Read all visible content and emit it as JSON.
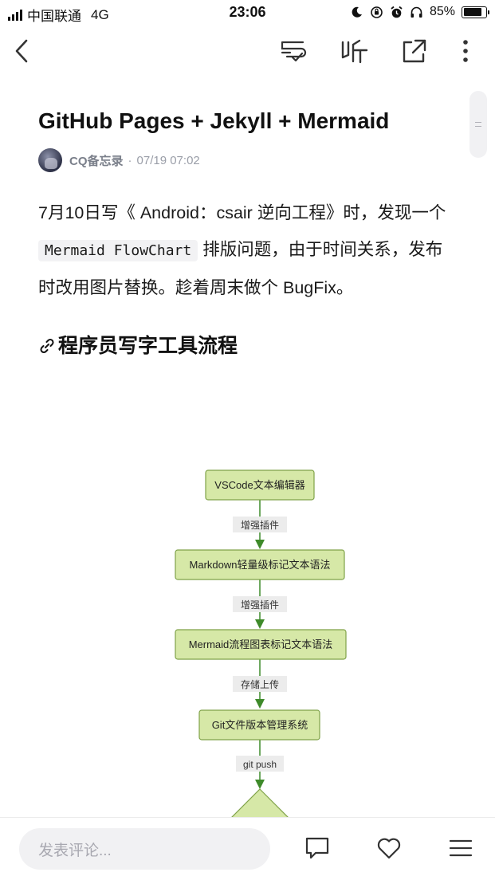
{
  "status_bar": {
    "carrier": "中国联通",
    "network": "4G",
    "time": "23:06",
    "battery": "85%",
    "battery_level": 0.85
  },
  "nav": {
    "back_icon": "chevron-left-icon",
    "icons": [
      "format-icon",
      "listen-icon",
      "share-icon",
      "more-icon"
    ]
  },
  "article": {
    "title": "GitHub Pages + Jekyll + Mermaid",
    "author": "CQ备忘录",
    "separator": "·",
    "date": "07/19 07:02",
    "para_part1": "7月10日写《 Android：csair 逆向工程》时，发现一个",
    "code": "Mermaid FlowChart",
    "para_part2": "排版问题，由于时间关系，发布时改用图片替换。趁着周末做个 BugFix。",
    "section_heading": "程序员写字工具流程"
  },
  "flowchart": {
    "nodes": [
      "VSCode文本编辑器",
      "Markdown轻量级标记文本语法",
      "Mermaid流程图表标记文本语法",
      "Git文件版本管理系统"
    ],
    "edges": [
      "增强插件",
      "增强插件",
      "存储上传",
      "git push"
    ],
    "colors": {
      "node_fill": "#d6e8a7",
      "node_stroke": "#7fa248",
      "edge": "#3e8a2a"
    }
  },
  "bottom_bar": {
    "comment_placeholder": "发表评论...",
    "icons": [
      "comment-icon",
      "heart-icon",
      "menu-icon"
    ]
  }
}
